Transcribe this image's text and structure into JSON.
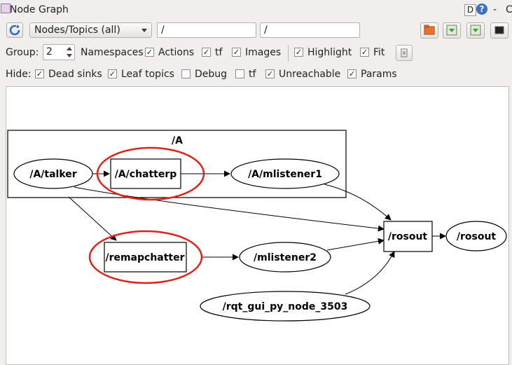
{
  "window": {
    "title": "Node Graph",
    "btn_d": "D",
    "btn_help": "?",
    "btn_min": "-",
    "btn_close": "C"
  },
  "toolbar": {
    "view_mode": "Nodes/Topics (all)",
    "node_filter": "/",
    "topic_filter": "/"
  },
  "options": {
    "group_label": "Group:",
    "group_value": "2",
    "namespaces_label": "Namespaces",
    "items": [
      {
        "label": "Actions",
        "checked": true
      },
      {
        "label": "tf",
        "checked": true
      },
      {
        "label": "Images",
        "checked": true
      },
      {
        "label": "Highlight",
        "checked": true
      },
      {
        "label": "Fit",
        "checked": true
      }
    ]
  },
  "hide": {
    "label": "Hide:",
    "items": [
      {
        "label": "Dead sinks",
        "checked": true
      },
      {
        "label": "Leaf topics",
        "checked": true
      },
      {
        "label": "Debug",
        "checked": false
      },
      {
        "label": "tf",
        "checked": false
      },
      {
        "label": "Unreachable",
        "checked": true
      },
      {
        "label": "Params",
        "checked": true
      }
    ]
  },
  "graph": {
    "cluster_label": "/A",
    "nodes": {
      "talker": "/A/talker",
      "chatterp": "/A/chatterp",
      "mlistener1": "/A/mlistener1",
      "remapchatter": "/remapchatter",
      "mlistener2": "/mlistener2",
      "rosout_topic": "/rosout",
      "rosout_node": "/rosout",
      "rqt": "/rqt_gui_py_node_3503"
    },
    "highlight_color": "#e0231a"
  }
}
